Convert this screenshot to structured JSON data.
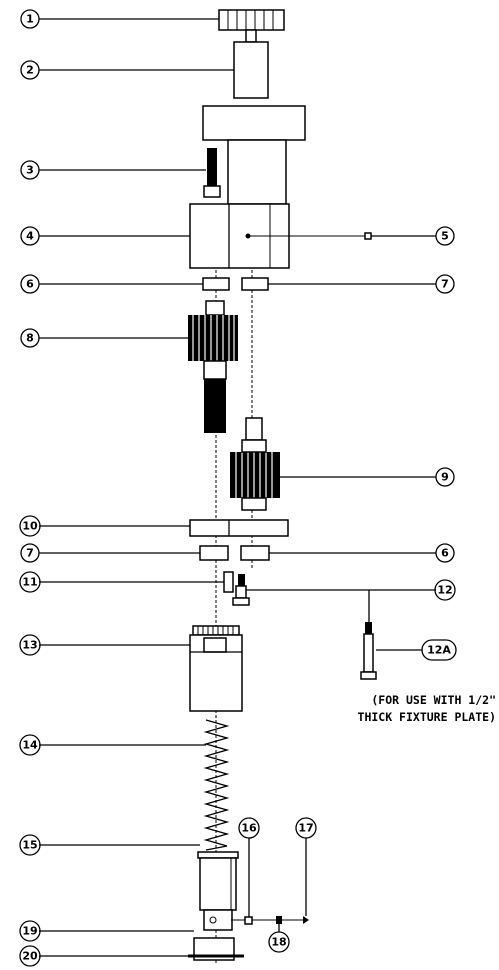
{
  "callouts": [
    "1",
    "2",
    "3",
    "4",
    "5",
    "6",
    "7",
    "8",
    "9",
    "10",
    "7",
    "6",
    "11",
    "12",
    "13",
    "12A",
    "14",
    "15",
    "16",
    "17",
    "18",
    "19",
    "20"
  ],
  "note": {
    "line1": "(FOR USE WITH 1/2\"",
    "line2": "THICK FIXTURE PLATE)"
  }
}
